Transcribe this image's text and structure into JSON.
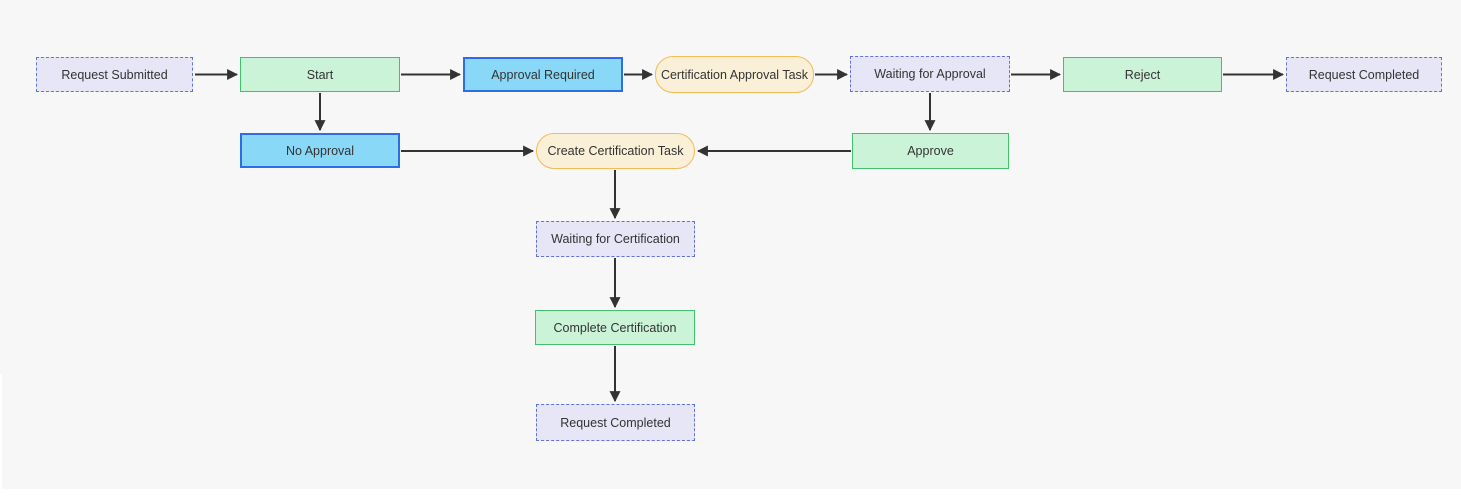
{
  "colors": {
    "background": "#F7F7F8",
    "canvas_edge": "#FFFFFF",
    "text": "#333333",
    "arrow": "#333333",
    "state_fill": "#E6E6F7",
    "state_border": "#6272DB",
    "action_fill": "#CBF3D8",
    "action_border": "#42C06C",
    "decision_fill": "#8AD8F8",
    "decision_border": "#2E6DE5",
    "task_fill": "#FAF0D7",
    "task_border": "#F1BB57"
  },
  "diagram": {
    "type": "flowchart-left-right",
    "nodes": {
      "request_submitted": {
        "label": "Request Submitted",
        "type": "state"
      },
      "start": {
        "label": "Start",
        "type": "action"
      },
      "approval_required": {
        "label": "Approval Required",
        "type": "decision"
      },
      "certification_approval_task": {
        "label": "Certification Approval Task",
        "type": "task"
      },
      "waiting_for_approval": {
        "label": "Waiting for Approval",
        "type": "state"
      },
      "reject": {
        "label": "Reject",
        "type": "action"
      },
      "request_completed_top": {
        "label": "Request Completed",
        "type": "state"
      },
      "no_approval": {
        "label": "No Approval",
        "type": "decision"
      },
      "create_certification_task": {
        "label": "Create Certification Task",
        "type": "task"
      },
      "approve": {
        "label": "Approve",
        "type": "action"
      },
      "waiting_for_certification": {
        "label": "Waiting for Certification",
        "type": "state"
      },
      "complete_certification": {
        "label": "Complete Certification",
        "type": "action"
      },
      "request_completed_bottom": {
        "label": "Request Completed",
        "type": "state"
      }
    },
    "edges": [
      {
        "from": "request_submitted",
        "to": "start"
      },
      {
        "from": "start",
        "to": "approval_required"
      },
      {
        "from": "approval_required",
        "to": "certification_approval_task"
      },
      {
        "from": "certification_approval_task",
        "to": "waiting_for_approval"
      },
      {
        "from": "waiting_for_approval",
        "to": "reject"
      },
      {
        "from": "reject",
        "to": "request_completed_top"
      },
      {
        "from": "start",
        "to": "no_approval"
      },
      {
        "from": "no_approval",
        "to": "create_certification_task"
      },
      {
        "from": "waiting_for_approval",
        "to": "approve"
      },
      {
        "from": "approve",
        "to": "create_certification_task"
      },
      {
        "from": "create_certification_task",
        "to": "waiting_for_certification"
      },
      {
        "from": "waiting_for_certification",
        "to": "complete_certification"
      },
      {
        "from": "complete_certification",
        "to": "request_completed_bottom"
      }
    ]
  }
}
